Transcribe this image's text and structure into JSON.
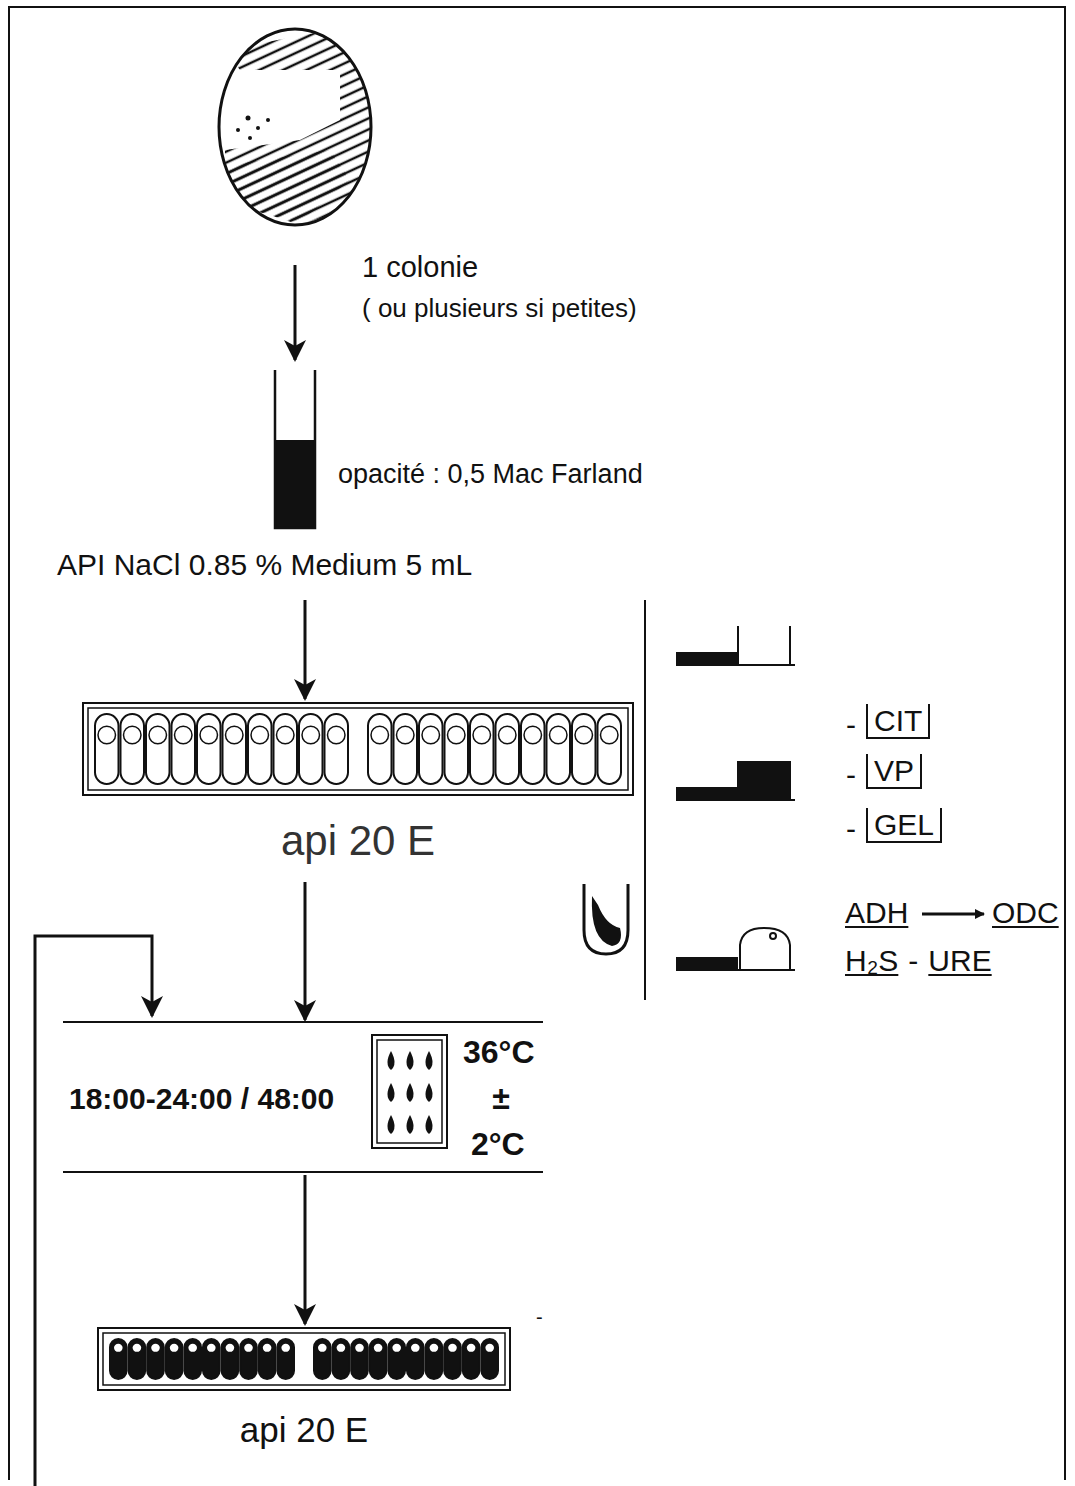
{
  "diagram": {
    "nodes": [
      {
        "text": [
          "opacité : 0,5 Mac Farland",
          "API NaCl 0.85 % Medium 5 mL"
        ]
      },
      {
        "text": [
          "api 20 E"
        ]
      },
      {
        "text": [
          "18:00-24:00 / 48:00",
          "36°C",
          "±",
          "2°C"
        ]
      },
      {
        "text": [
          "api 20 E"
        ]
      }
    ],
    "edges": [
      {
        "from": 0,
        "to": 1,
        "arrow": "to"
      },
      {
        "from": 1,
        "to": 2,
        "arrow": "to"
      },
      {
        "from": 2,
        "to": 3,
        "arrow": "to"
      }
    ],
    "labels": [
      "1 colonie",
      "( ou plusieurs si petites)",
      "-",
      "CIT",
      "-",
      "VP",
      "-",
      "GEL",
      "ADH",
      "ODC",
      "H₂S",
      "-",
      "URE",
      "-"
    ]
  }
}
